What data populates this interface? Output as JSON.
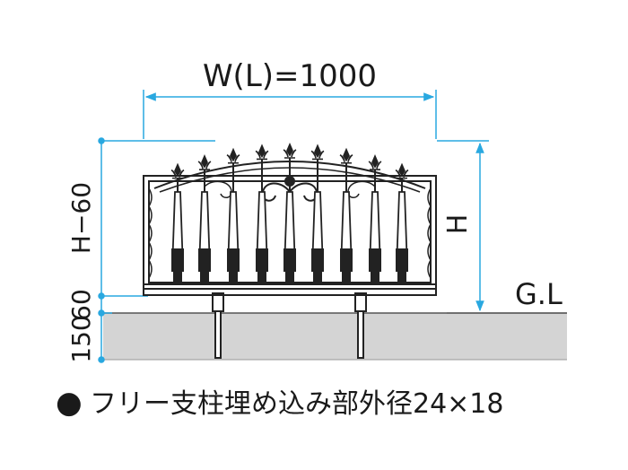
{
  "dimensions": {
    "width_label": "W(L)=1000",
    "height_label": "H",
    "ground_label": "G.L",
    "left_dims": {
      "segment_top": "H−60",
      "segment_mid": "60",
      "segment_bottom": "150"
    }
  },
  "caption": {
    "bullet": "●",
    "text": "フリー支柱埋め込み部外径24×18"
  },
  "colors": {
    "dimension_line": "#29a8e0",
    "ground_fill": "#d4d4d4",
    "fence": "#222222"
  }
}
